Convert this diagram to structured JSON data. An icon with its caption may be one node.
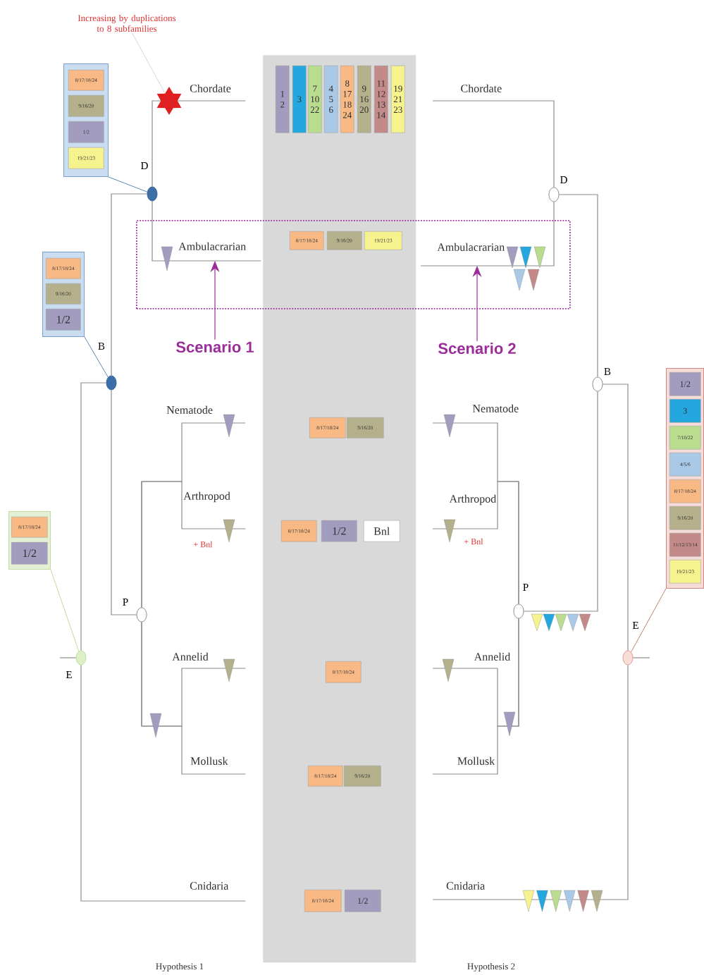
{
  "diagram": {
    "nodes": [
      {
        "text": [
          "Increasing by duplications to 8 subfamilies"
        ]
      },
      {
        "text": [],
        "shape": "star"
      },
      {
        "text": [],
        "shape": "band"
      },
      {
        "text": [
          "1 2"
        ],
        "in": 2
      },
      {
        "text": [
          "3"
        ],
        "in": 2
      },
      {
        "text": [
          "7 10 22"
        ],
        "in": 2
      },
      {
        "text": [
          "4 5 6"
        ],
        "in": 2
      },
      {
        "text": [
          "8 17 18 24"
        ],
        "in": 2
      },
      {
        "text": [
          "9 16 20"
        ],
        "in": 2
      },
      {
        "text": [
          "11 12 13 14"
        ],
        "in": 2
      },
      {
        "text": [
          "19 21 23"
        ],
        "in": 2
      },
      {
        "text": [],
        "shape": "box"
      },
      {
        "text": [
          "8/17/18/24"
        ]
      },
      {
        "text": [
          "9/16/20"
        ]
      },
      {
        "text": [
          "19/21/23"
        ]
      },
      {
        "text": [
          "8/17/18/24"
        ],
        "in": 2
      },
      {
        "text": [
          "9/16/20"
        ],
        "in": 2
      },
      {
        "text": [
          "8/17/18/24"
        ],
        "in": 2
      },
      {
        "text": [
          "1/2"
        ],
        "in": 2
      },
      {
        "text": [
          "Bnl"
        ],
        "in": 2
      },
      {
        "text": [
          "8/17/18/24"
        ],
        "in": 2
      },
      {
        "text": [
          "8/17/18/24"
        ],
        "in": 2
      },
      {
        "text": [
          "9/16/20"
        ],
        "in": 2
      },
      {
        "text": [
          "8/17/18/24"
        ],
        "in": 2
      },
      {
        "text": [
          "1/2"
        ],
        "in": 2
      },
      {
        "text": [
          "Chordate"
        ]
      },
      {
        "text": [
          "Ambulacrarian"
        ],
        "in": 11
      },
      {
        "text": [
          "Nematode"
        ]
      },
      {
        "text": [
          "Arthropod"
        ]
      },
      {
        "text": [
          "Annelid"
        ]
      },
      {
        "text": [
          "Mollusk"
        ]
      },
      {
        "text": [
          "Cnidaria"
        ]
      },
      {
        "text": [],
        "shape": "circle",
        "beside": [
          "D"
        ]
      },
      {
        "text": [],
        "shape": "circle",
        "beside": [
          "B"
        ]
      },
      {
        "text": [],
        "shape": "circle",
        "beside": [
          "P"
        ]
      },
      {
        "text": [],
        "shape": "circle",
        "beside": [
          "E"
        ]
      },
      {
        "text": [
          "Chordate"
        ]
      },
      {
        "text": [
          "Ambulacrarian"
        ],
        "in": 11
      },
      {
        "text": [
          "Nematode"
        ]
      },
      {
        "text": [
          "Arthropod"
        ]
      },
      {
        "text": [
          "Annelid"
        ]
      },
      {
        "text": [
          "Mollusk"
        ]
      },
      {
        "text": [
          "Cnidaria"
        ]
      },
      {
        "text": [],
        "shape": "circle",
        "beside": [
          "D"
        ]
      },
      {
        "text": [],
        "shape": "circle",
        "beside": [
          "B"
        ]
      },
      {
        "text": [],
        "shape": "circle",
        "beside": [
          "P"
        ]
      },
      {
        "text": [],
        "shape": "circle",
        "beside": [
          "E"
        ]
      },
      {
        "text": [],
        "shape": "box"
      },
      {
        "text": [
          "8/17/18/24"
        ],
        "in": 47
      },
      {
        "text": [
          "9/16/20"
        ],
        "in": 47
      },
      {
        "text": [
          "1/2"
        ],
        "in": 47
      },
      {
        "text": [
          "19/21/23"
        ],
        "in": 47
      },
      {
        "text": [],
        "shape": "box"
      },
      {
        "text": [
          "8/17/18/24"
        ],
        "in": 52
      },
      {
        "text": [
          "9/16/20"
        ],
        "in": 52
      },
      {
        "text": [
          "1/2"
        ],
        "in": 52
      },
      {
        "text": [],
        "shape": "box"
      },
      {
        "text": [
          "8/17/18/24"
        ],
        "in": 56
      },
      {
        "text": [
          "1/2"
        ],
        "in": 56
      },
      {
        "text": [],
        "shape": "box"
      },
      {
        "text": [
          "1/2"
        ],
        "in": 59
      },
      {
        "text": [
          "3"
        ],
        "in": 59
      },
      {
        "text": [
          "7/10/22"
        ],
        "in": 59
      },
      {
        "text": [
          "4/5/6"
        ],
        "in": 59
      },
      {
        "text": [
          "8/17/18/24"
        ],
        "in": 59
      },
      {
        "text": [
          "9/16/20"
        ],
        "in": 59
      },
      {
        "text": [
          "11/12/13/14"
        ],
        "in": 59
      },
      {
        "text": [
          "19/21/23"
        ],
        "in": 59
      },
      {
        "text": [
          "Scenario 1"
        ]
      },
      {
        "text": [
          "Scenario 2"
        ]
      }
    ],
    "edges": [
      {
        "from": 0,
        "to": 1,
        "arrow": "none",
        "color": "#d0d0d0"
      },
      {
        "from": 32,
        "to": 1,
        "arrow": "none"
      },
      {
        "from": 32,
        "to": 26,
        "arrow": "none"
      },
      {
        "from": 33,
        "to": 32,
        "arrow": "none"
      },
      {
        "from": 33,
        "to": 34,
        "arrow": "none"
      },
      {
        "from": 34,
        "to": 27,
        "arrow": "none"
      },
      {
        "from": 34,
        "to": 28,
        "arrow": "none"
      },
      {
        "from": 34,
        "to": 29,
        "arrow": "none"
      },
      {
        "from": 34,
        "to": 30,
        "arrow": "none"
      },
      {
        "from": 35,
        "to": 33,
        "arrow": "none"
      },
      {
        "from": 35,
        "to": 31,
        "arrow": "none"
      },
      {
        "from": null,
        "to": 35,
        "arrow": "none"
      },
      {
        "from": 43,
        "to": 36,
        "arrow": "none"
      },
      {
        "from": 43,
        "to": 37,
        "arrow": "none"
      },
      {
        "from": 44,
        "to": 43,
        "arrow": "none"
      },
      {
        "from": 44,
        "to": 45,
        "arrow": "none"
      },
      {
        "from": 45,
        "to": 38,
        "arrow": "none"
      },
      {
        "from": 45,
        "to": 39,
        "arrow": "none"
      },
      {
        "from": 45,
        "to": 40,
        "arrow": "none"
      },
      {
        "from": 45,
        "to": 41,
        "arrow": "none"
      },
      {
        "from": 46,
        "to": 44,
        "arrow": "none"
      },
      {
        "from": 46,
        "to": 42,
        "arrow": "none"
      },
      {
        "from": null,
        "to": 46,
        "arrow": "none"
      },
      {
        "from": 47,
        "to": 32,
        "arrow": "none",
        "color": "#4a78b0"
      },
      {
        "from": 52,
        "to": 33,
        "arrow": "none",
        "color": "#4a78b0"
      },
      {
        "from": 56,
        "to": 35,
        "arrow": "none",
        "color": "#b8d890"
      },
      {
        "from": 59,
        "to": 46,
        "arrow": "none",
        "color": "#c07060"
      },
      {
        "from": 68,
        "to": 26,
        "arrow": "to",
        "color": "#9b2d9b"
      },
      {
        "from": 69,
        "to": 37,
        "arrow": "to",
        "color": "#9b2d9b"
      },
      {
        "from": 1,
        "to": 25,
        "arrow": "none"
      }
    ],
    "labels": [
      "+ Bnl",
      "+ Bnl",
      "Hypothesis 1",
      "Hypothesis 2"
    ]
  }
}
